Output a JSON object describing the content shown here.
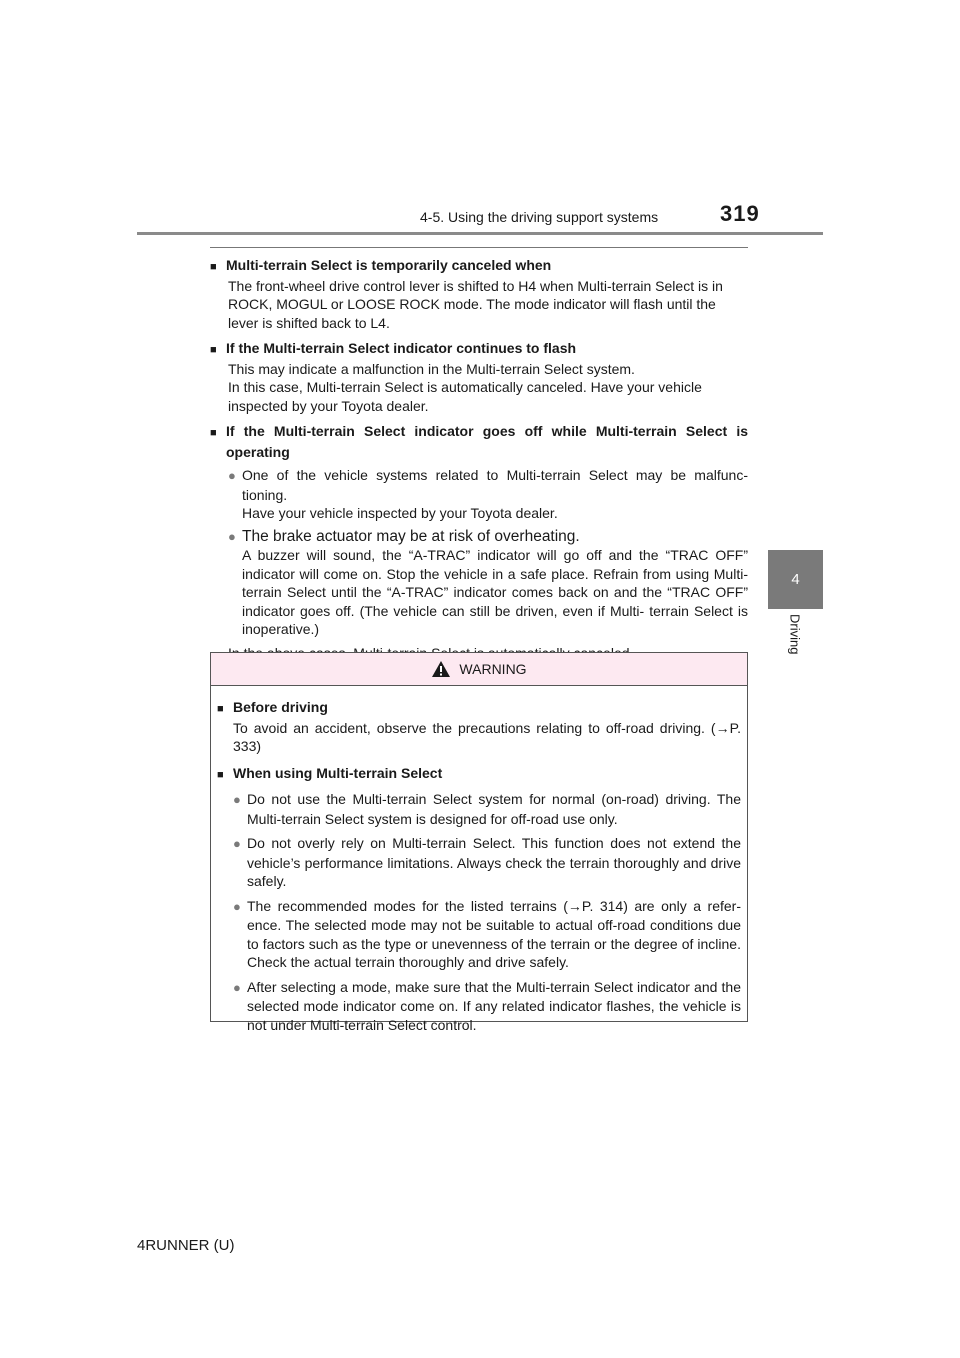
{
  "header": {
    "section": "4-5. Using the driving support systems",
    "page_number": "319"
  },
  "side_tab": {
    "number": "4",
    "label": "Driving"
  },
  "sections": [
    {
      "heading": "Multi-terrain Select is temporarily canceled when",
      "body": "The front-wheel drive control lever is shifted to H4 when Multi-terrain Select is in ROCK, MOGUL or LOOSE ROCK mode. The mode indicator will flash until the lever is shifted back to L4."
    },
    {
      "heading": "If the Multi-terrain Select indicator continues to flash",
      "body_lines": [
        "This may indicate a malfunction in the Multi-terrain Select system.",
        "In this case, Multi-terrain Select is automatically canceled. Have your vehicle inspected by your Toyota dealer."
      ]
    },
    {
      "heading": "If the Multi-terrain Select indicator goes off while Multi-terrain Select is operating",
      "bullets": [
        {
          "text": "One of the vehicle systems related to Multi-terrain Select may be malfunc- tioning.",
          "sub": "Have your vehicle inspected by your Toyota dealer."
        },
        {
          "text": "The brake actuator may be at risk of overheating.",
          "sub": "A buzzer will sound, the “A-TRAC” indicator will go off and the “TRAC OFF” indicator will come on. Stop the vehicle in a safe place. Refrain from using Multi-terrain Select until the “A-TRAC” indicator comes back on and the “TRAC OFF” indicator goes off. (The vehicle can still be driven, even if Multi- terrain Select is inoperative.)"
        }
      ],
      "trailing": "In the above cases, Multi-terrain Select is automatically canceled."
    }
  ],
  "warning": {
    "title": "WARNING",
    "items": [
      {
        "heading": "Before driving",
        "body": "To avoid an accident, observe the precautions relating to off-road driving. (→P. 333)"
      },
      {
        "heading": "When using Multi-terrain Select",
        "bullets": [
          "Do not use the Multi-terrain Select system for normal (on-road) driving. The Multi-terrain Select system is designed for off-road use only.",
          "Do not overly rely on Multi-terrain Select. This function does not extend the vehicle’s performance limitations. Always check the terrain thoroughly and drive safely.",
          "The recommended modes for the listed terrains (→P. 314) are only a refer- ence. The selected mode may not be suitable to actual off-road conditions due to factors such as the type or unevenness of the terrain or the degree of incline. Check the actual terrain thoroughly and drive safely.",
          "After selecting a mode, make sure that the Multi-terrain Select indicator and the selected mode indicator come on. If any related indicator flashes, the vehicle is not under Multi-terrain Select control."
        ]
      }
    ]
  },
  "footer": {
    "model": "4RUNNER (U)"
  },
  "colors": {
    "warning_header_bg": "#fde9f1",
    "side_tab_bg": "#7a7a7a",
    "bullet_dot": "#7a7a7a"
  }
}
